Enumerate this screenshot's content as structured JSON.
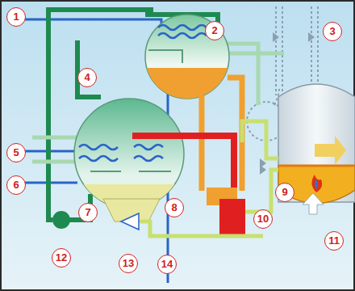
{
  "diagram": {
    "labels": [
      "1",
      "2",
      "3",
      "4",
      "5",
      "6",
      "7",
      "8",
      "9",
      "10",
      "11",
      "12",
      "13",
      "14"
    ]
  }
}
